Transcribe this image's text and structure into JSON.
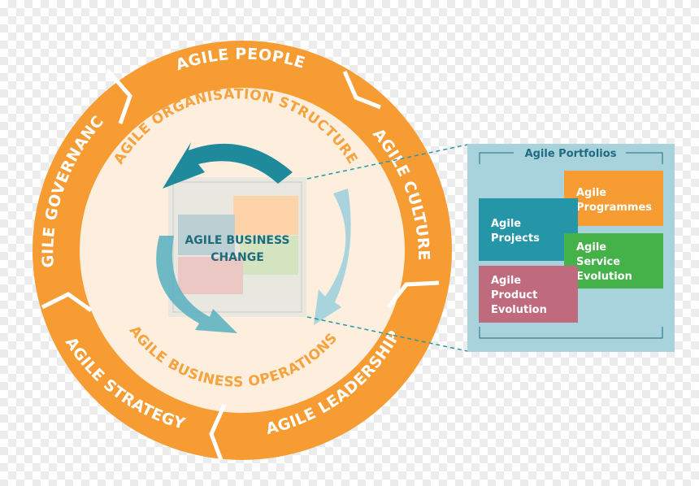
{
  "outer_ring": {
    "segments": [
      {
        "label": "AGILE PEOPLE",
        "color": "#f69c33"
      },
      {
        "label": "AGILE CULTURE",
        "color": "#f69c33"
      },
      {
        "label": "AGILE LEADERSHIP",
        "color": "#f69c33"
      },
      {
        "label": "AGILE STRATEGY",
        "color": "#f69c33"
      },
      {
        "label": "AGILE GOVERNANCE",
        "color": "#f69c33"
      }
    ]
  },
  "inner_ring": {
    "top_label": "AGILE ORGANISATION STRUCTURE",
    "bottom_label": "AGILE BUSINESS OPERATIONS"
  },
  "center": {
    "line1": "AGILE BUSINESS",
    "line2": "CHANGE"
  },
  "portfolios": {
    "title": "Agile Portfolios",
    "boxes": [
      {
        "lines": [
          "Agile",
          "Programmes"
        ],
        "color": "#f69c33"
      },
      {
        "lines": [
          "Agile",
          "Projects"
        ],
        "color": "#2596a8"
      },
      {
        "lines": [
          "Agile",
          "Service",
          "Evolution"
        ],
        "color": "#44b249"
      },
      {
        "lines": [
          "Agile",
          "Product",
          "Evolution"
        ],
        "color": "#c06a7e"
      }
    ]
  },
  "colors": {
    "orange": "#f69c33",
    "cream": "#fdeedd",
    "panel": "#a8d3dc",
    "teal_dark": "#1e8a9c",
    "teal_light": "#a9d4de"
  }
}
